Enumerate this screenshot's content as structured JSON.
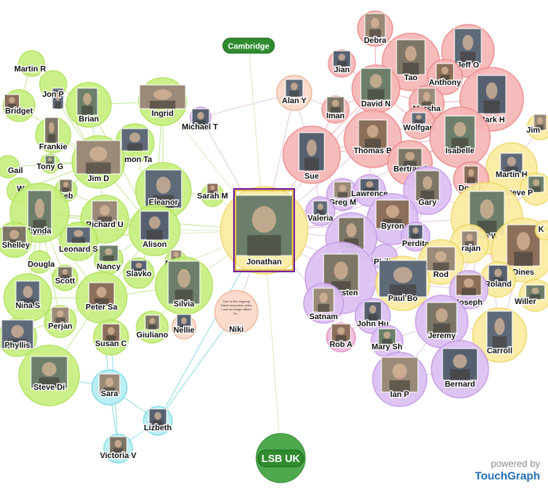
{
  "colors": {
    "green": "#c7ef7f",
    "green_stroke": "#b1e25e",
    "red": "#f6b6b6",
    "red_stroke": "#ec8f8f",
    "purple": "#dcc0f2",
    "purple_stroke": "#c79ce6",
    "yellow": "#fbeca1",
    "yellow_stroke": "#efd86a",
    "cyan": "#b7eef4",
    "cyan_stroke": "#7fdbe8",
    "peach": "#fbd9c8",
    "peach_stroke": "#ecb79a",
    "pink": "#f3b9dc",
    "pink_stroke": "#e28cc2",
    "dark_green": "#2e8b2e",
    "photo": "#8a8275",
    "edge_green": "#c4e99a",
    "edge_red": "#f2b7b7",
    "edge_cyan": "#8fdfe8",
    "edge_mixed": "#e7c9e9"
  },
  "nodes": [
    {
      "id": "martin_r",
      "label": "Martin R",
      "group": "green"
    },
    {
      "id": "jon_p",
      "label": "Jon P",
      "group": "green"
    },
    {
      "id": "bridget",
      "label": "Bridget",
      "group": "green"
    },
    {
      "id": "brian",
      "label": "Brian",
      "group": "green"
    },
    {
      "id": "ingrid",
      "label": "Ingrid",
      "group": "green"
    },
    {
      "id": "michael_t",
      "label": "Michael T",
      "group": "purple"
    },
    {
      "id": "frankie",
      "label": "Frankie",
      "group": "green"
    },
    {
      "id": "simon_ta",
      "label": "imon Ta",
      "group": "green"
    },
    {
      "id": "gail",
      "label": "Gail",
      "group": "green"
    },
    {
      "id": "tony_g",
      "label": "Tony G",
      "group": "green"
    },
    {
      "id": "jim_d",
      "label": "Jim D",
      "group": "green"
    },
    {
      "id": "w",
      "label": "W",
      "group": "green"
    },
    {
      "id": "seb",
      "label": "Seb",
      "group": "green"
    },
    {
      "id": "eleanor",
      "label": "Eleanor",
      "group": "green"
    },
    {
      "id": "sarah_m",
      "label": "Sarah M",
      "group": "green"
    },
    {
      "id": "lynda",
      "label": "Lynda",
      "group": "green"
    },
    {
      "id": "richard_u",
      "label": "Richard U",
      "group": "green"
    },
    {
      "id": "alison",
      "label": "Alison",
      "group": "green"
    },
    {
      "id": "shelley",
      "label": "Shelley",
      "group": "green"
    },
    {
      "id": "leonard_s",
      "label": "Leonard S",
      "group": "green"
    },
    {
      "id": "dougla",
      "label": "Dougla",
      "group": "green"
    },
    {
      "id": "nancy",
      "label": "Nancy",
      "group": "green"
    },
    {
      "id": "anisib",
      "label": "Anisib",
      "group": "green"
    },
    {
      "id": "slavko",
      "label": "Slavko",
      "group": "green"
    },
    {
      "id": "scott",
      "label": "Scott",
      "group": "green"
    },
    {
      "id": "nina_s",
      "label": "Nina S",
      "group": "green"
    },
    {
      "id": "peter_sa",
      "label": "Peter Sa",
      "group": "green"
    },
    {
      "id": "silvia",
      "label": "Silvia",
      "group": "green"
    },
    {
      "id": "perjan",
      "label": "Perjan",
      "group": "green"
    },
    {
      "id": "nellie",
      "label": "Nellie",
      "group": "peach"
    },
    {
      "id": "giuliano",
      "label": "Giuliano",
      "group": "green"
    },
    {
      "id": "phyllis",
      "label": "Phyllis",
      "group": "green"
    },
    {
      "id": "susan_c",
      "label": "Susan C",
      "group": "green"
    },
    {
      "id": "steve_di",
      "label": "Steve Di",
      "group": "green"
    },
    {
      "id": "sara",
      "label": "Sara",
      "group": "cyan"
    },
    {
      "id": "lizbeth",
      "label": "Lizbeth",
      "group": "cyan"
    },
    {
      "id": "victoria_v",
      "label": "Victoria V",
      "group": "cyan"
    },
    {
      "id": "alan_y",
      "label": "Alan Y",
      "group": "peach"
    },
    {
      "id": "niki",
      "label": "Niki",
      "group": "peach"
    },
    {
      "id": "jonathan",
      "label": "Jonathan",
      "group": "yellow"
    },
    {
      "id": "debra",
      "label": "Debra",
      "group": "red"
    },
    {
      "id": "jian",
      "label": "Jian",
      "group": "red"
    },
    {
      "id": "tao",
      "label": "Tao",
      "group": "red"
    },
    {
      "id": "jeff_o",
      "label": "Jeff O",
      "group": "red"
    },
    {
      "id": "anthony",
      "label": "Anthony",
      "group": "red"
    },
    {
      "id": "david_n",
      "label": "David N",
      "group": "red"
    },
    {
      "id": "marsha",
      "label": "Marsha",
      "group": "red"
    },
    {
      "id": "mark_h",
      "label": "Mark H",
      "group": "red"
    },
    {
      "id": "iman",
      "label": "Iman",
      "group": "red"
    },
    {
      "id": "wolfgan",
      "label": "Wolfgan",
      "group": "red"
    },
    {
      "id": "thomas_b",
      "label": "Thomas B",
      "group": "red"
    },
    {
      "id": "isabelle",
      "label": "Isabelle",
      "group": "red"
    },
    {
      "id": "jim_r",
      "label": "Jim",
      "group": "yellow"
    },
    {
      "id": "sue",
      "label": "Sue",
      "group": "red"
    },
    {
      "id": "bertrand",
      "label": "Bertrand",
      "group": "red"
    },
    {
      "id": "martin_h",
      "label": "Martin H",
      "group": "yellow"
    },
    {
      "id": "dom_p",
      "label": "Dom P",
      "group": "red"
    },
    {
      "id": "steve_p",
      "label": "Steve P",
      "group": "yellow"
    },
    {
      "id": "greg_m",
      "label": "Greg M",
      "group": "purple"
    },
    {
      "id": "lawrence",
      "label": "Lawrence",
      "group": "purple"
    },
    {
      "id": "gary",
      "label": "Gary",
      "group": "purple"
    },
    {
      "id": "valeria",
      "label": "Valeria",
      "group": "purple"
    },
    {
      "id": "byron",
      "label": "Byron",
      "group": "purple"
    },
    {
      "id": "jim_w",
      "label": "Jim W",
      "group": "yellow"
    },
    {
      "id": "rajan",
      "label": "rajan",
      "group": "yellow"
    },
    {
      "id": "perdita",
      "label": "Perdita",
      "group": "purple"
    },
    {
      "id": "andy",
      "label": "Andy",
      "group": "purple"
    },
    {
      "id": "philip",
      "label": "Philip",
      "group": "purple"
    },
    {
      "id": "dines",
      "label": "Dines",
      "group": "yellow"
    },
    {
      "id": "k",
      "label": "K",
      "group": "yellow"
    },
    {
      "id": "rod",
      "label": "Rod",
      "group": "yellow"
    },
    {
      "id": "roland",
      "label": "Roland",
      "group": "yellow"
    },
    {
      "id": "thorsten",
      "label": "Thorsten",
      "group": "purple"
    },
    {
      "id": "paul_bo",
      "label": "Paul Bo",
      "group": "yellow"
    },
    {
      "id": "joseph",
      "label": "Joseph",
      "group": "purple"
    },
    {
      "id": "willer",
      "label": "Willer",
      "group": "yellow"
    },
    {
      "id": "satnam",
      "label": "Satnam",
      "group": "purple"
    },
    {
      "id": "john_hu",
      "label": "John Hu",
      "group": "purple"
    },
    {
      "id": "jeremy",
      "label": "Jeremy",
      "group": "purple"
    },
    {
      "id": "carroll",
      "label": "Carroll",
      "group": "yellow"
    },
    {
      "id": "rob_a",
      "label": "Rob A",
      "group": "pink"
    },
    {
      "id": "mary_sh",
      "label": "Mary Sh",
      "group": "purple"
    },
    {
      "id": "ian_p",
      "label": "Ian P",
      "group": "purple"
    },
    {
      "id": "bernard",
      "label": "Bernard",
      "group": "purple"
    }
  ],
  "pills": {
    "cambridge": "Cambridge",
    "lsb": "LSB UK"
  },
  "niki_note": [
    "Due to the ongoing",
    "Greek economic crisis,",
    "I can no longer afford",
    "to..."
  ],
  "brand": {
    "powered": "powered by",
    "name": "TouchGraph"
  },
  "edges": [
    [
      "jonathan",
      "alison"
    ],
    [
      "jonathan",
      "sarah_m"
    ],
    [
      "jonathan",
      "richard_u"
    ],
    [
      "jonathan",
      "lynda"
    ],
    [
      "jonathan",
      "silvia"
    ],
    [
      "jonathan",
      "michael_t"
    ],
    [
      "jonathan",
      "ingrid"
    ],
    [
      "jonathan",
      "sue"
    ],
    [
      "jonathan",
      "thomas_b"
    ],
    [
      "jonathan",
      "greg_m"
    ],
    [
      "jonathan",
      "valeria"
    ],
    [
      "jonathan",
      "andy"
    ],
    [
      "jonathan",
      "byron"
    ],
    [
      "jonathan",
      "thorsten"
    ],
    [
      "jonathan",
      "paul_bo"
    ],
    [
      "jonathan",
      "jim_w"
    ],
    [
      "jonathan",
      "isabelle"
    ],
    [
      "jonathan",
      "david_n"
    ],
    [
      "jonathan",
      "alan_y"
    ],
    [
      "jonathan",
      "niki"
    ],
    [
      "jonathan",
      "gary"
    ],
    [
      "jonathan",
      "satnam"
    ],
    [
      "jonathan",
      "lizbeth"
    ],
    [
      "jonathan",
      "shelley"
    ],
    [
      "jonathan",
      "peter_sa"
    ],
    [
      "alison",
      "jim_d"
    ],
    [
      "alison",
      "richard_u"
    ],
    [
      "alison",
      "lynda"
    ],
    [
      "alison",
      "eleanor"
    ],
    [
      "alison",
      "leonard_s"
    ],
    [
      "alison",
      "nancy"
    ],
    [
      "alison",
      "silvia"
    ],
    [
      "alison",
      "peter_sa"
    ],
    [
      "alison",
      "slavko"
    ],
    [
      "alison",
      "brian"
    ],
    [
      "alison",
      "ingrid"
    ],
    [
      "alison",
      "simon_ta"
    ],
    [
      "alison",
      "seb"
    ],
    [
      "alison",
      "anisib"
    ],
    [
      "jim_d",
      "brian"
    ],
    [
      "jim_d",
      "frankie"
    ],
    [
      "jim_d",
      "tony_g"
    ],
    [
      "jim_d",
      "seb"
    ],
    [
      "jim_d",
      "lynda"
    ],
    [
      "jim_d",
      "bridget"
    ],
    [
      "jim_d",
      "jon_p"
    ],
    [
      "jim_d",
      "martin_r"
    ],
    [
      "jim_d",
      "simon_ta"
    ],
    [
      "jim_d",
      "richard_u"
    ],
    [
      "jim_d",
      "w"
    ],
    [
      "jim_d",
      "gail"
    ],
    [
      "lynda",
      "richard_u"
    ],
    [
      "lynda",
      "shelley"
    ],
    [
      "lynda",
      "scott"
    ],
    [
      "lynda",
      "nina_s"
    ],
    [
      "lynda",
      "dougla"
    ],
    [
      "lynda",
      "peter_sa"
    ],
    [
      "lynda",
      "w"
    ],
    [
      "lynda",
      "leonard_s"
    ],
    [
      "lynda",
      "perjan"
    ],
    [
      "peter_sa",
      "nina_s"
    ],
    [
      "peter_sa",
      "perjan"
    ],
    [
      "peter_sa",
      "susan_c"
    ],
    [
      "peter_sa",
      "steve_di"
    ],
    [
      "peter_sa",
      "scott"
    ],
    [
      "peter_sa",
      "silvia"
    ],
    [
      "peter_sa",
      "phyllis"
    ],
    [
      "peter_sa",
      "nancy"
    ],
    [
      "steve_di",
      "sara"
    ],
    [
      "steve_di",
      "phyllis"
    ],
    [
      "sara",
      "lizbeth"
    ],
    [
      "sara",
      "victoria_v"
    ],
    [
      "lizbeth",
      "victoria_v"
    ],
    [
      "sara",
      "peter_sa"
    ],
    [
      "lizbeth",
      "niki"
    ],
    [
      "victoria_v",
      "susan_c"
    ],
    [
      "silvia",
      "giuliano"
    ],
    [
      "silvia",
      "nellie"
    ],
    [
      "silvia",
      "slavko"
    ],
    [
      "brian",
      "ingrid"
    ],
    [
      "brian",
      "jon_p"
    ],
    [
      "bridget",
      "martin_r"
    ],
    [
      "frankie",
      "tony_g"
    ],
    [
      "eleanor",
      "ingrid"
    ],
    [
      "eleanor",
      "sarah_m"
    ],
    [
      "sue",
      "thomas_b"
    ],
    [
      "sue",
      "isabelle"
    ],
    [
      "sue",
      "david_n"
    ],
    [
      "sue",
      "iman"
    ],
    [
      "sue",
      "valeria"
    ],
    [
      "sue",
      "greg_m"
    ],
    [
      "sue",
      "alan_y"
    ],
    [
      "david_n",
      "tao"
    ],
    [
      "david_n",
      "jian"
    ],
    [
      "david_n",
      "marsha"
    ],
    [
      "david_n",
      "thomas_b"
    ],
    [
      "david_n",
      "wolfgan"
    ],
    [
      "david_n",
      "debra"
    ],
    [
      "david_n",
      "iman"
    ],
    [
      "tao",
      "jeff_o"
    ],
    [
      "tao",
      "anthony"
    ],
    [
      "tao",
      "debra"
    ],
    [
      "jeff_o",
      "mark_h"
    ],
    [
      "jeff_o",
      "anthony"
    ],
    [
      "mark_h",
      "isabelle"
    ],
    [
      "mark_h",
      "marsha"
    ],
    [
      "isabelle",
      "wolfgan"
    ],
    [
      "isabelle",
      "bertrand"
    ],
    [
      "isabelle",
      "dom_p"
    ],
    [
      "isabelle",
      "martin_h"
    ],
    [
      "thomas_b",
      "bertrand"
    ],
    [
      "thomas_b",
      "wolfgan"
    ],
    [
      "thomas_b",
      "lawrence"
    ],
    [
      "gary",
      "bertrand"
    ],
    [
      "gary",
      "jim_w"
    ],
    [
      "gary",
      "byron"
    ],
    [
      "gary",
      "perdita"
    ],
    [
      "gary",
      "dom_p"
    ],
    [
      "jim_w",
      "rajan"
    ],
    [
      "jim_w",
      "dines"
    ],
    [
      "jim_w",
      "rod"
    ],
    [
      "jim_w",
      "roland"
    ],
    [
      "jim_w",
      "paul_bo"
    ],
    [
      "jim_w",
      "steve_p"
    ],
    [
      "jim_w",
      "martin_h"
    ],
    [
      "jim_w",
      "joseph"
    ],
    [
      "jim_w",
      "jeremy"
    ],
    [
      "jim_w",
      "carroll"
    ],
    [
      "dines",
      "roland"
    ],
    [
      "dines",
      "willer"
    ],
    [
      "dines",
      "carroll"
    ],
    [
      "dines",
      "k"
    ],
    [
      "martin_h",
      "steve_p"
    ],
    [
      "martin_h",
      "jim_r"
    ],
    [
      "byron",
      "andy"
    ],
    [
      "byron",
      "perdita"
    ],
    [
      "byron",
      "lawrence"
    ],
    [
      "andy",
      "thorsten"
    ],
    [
      "andy",
      "philip"
    ],
    [
      "andy",
      "valeria"
    ],
    [
      "thorsten",
      "satnam"
    ],
    [
      "thorsten",
      "paul_bo"
    ],
    [
      "thorsten",
      "john_hu"
    ],
    [
      "thorsten",
      "rob_a"
    ],
    [
      "thorsten",
      "mary_sh"
    ],
    [
      "paul_bo",
      "jeremy"
    ],
    [
      "paul_bo",
      "joseph"
    ],
    [
      "paul_bo",
      "rod"
    ],
    [
      "jeremy",
      "bernard"
    ],
    [
      "jeremy",
      "carroll"
    ],
    [
      "jeremy",
      "ian_p"
    ],
    [
      "jeremy",
      "mary_sh"
    ],
    [
      "ian_p",
      "bernard"
    ],
    [
      "ian_p",
      "mary_sh"
    ],
    [
      "john_hu",
      "rob_a"
    ],
    [
      "satnam",
      "rob_a"
    ],
    [
      "greg_m",
      "lawrence"
    ],
    [
      "greg_m",
      "valeria"
    ],
    [
      "philip",
      "perdita"
    ],
    [
      "michael_t",
      "ingrid"
    ],
    [
      "michael_t",
      "alan_y"
    ],
    [
      "alan_y",
      "iman"
    ],
    [
      "jonathan",
      "cambridge"
    ],
    [
      "jonathan",
      "lsb"
    ]
  ]
}
